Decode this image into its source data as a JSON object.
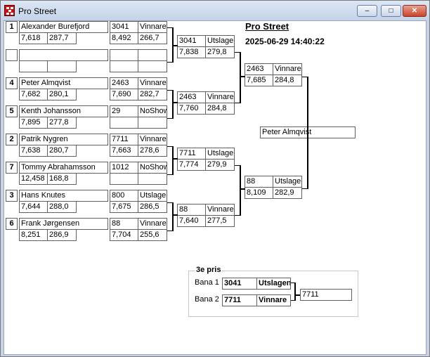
{
  "window": {
    "title": "Pro Street",
    "min": "–",
    "max": "□",
    "close": "✕"
  },
  "header": {
    "title": "Pro Street",
    "datetime": "2025-06-29 14:40:22"
  },
  "round1": [
    {
      "seed": "1",
      "name": "Alexander  Burefjord",
      "rt": "7,618",
      "mph": "287,7",
      "res_num": "3041",
      "res_label": "Vinnare",
      "res_et": "8,492",
      "res_speed": "266,7"
    },
    {
      "seed": "",
      "name": "",
      "rt": "",
      "mph": "",
      "res_num": "",
      "res_label": "",
      "res_et": "",
      "res_speed": ""
    },
    {
      "seed": "4",
      "name": "Peter Almqvist",
      "rt": "7,682",
      "mph": "280,1",
      "res_num": "2463",
      "res_label": "Vinnare",
      "res_et": "7,690",
      "res_speed": "282,7"
    },
    {
      "seed": "5",
      "name": "Kenth Johansson",
      "rt": "7,895",
      "mph": "277,8",
      "res_num": "29",
      "res_label": "NoShow",
      "res_et": "",
      "res_speed": ""
    },
    {
      "seed": "2",
      "name": "Patrik Nygren",
      "rt": "7,638",
      "mph": "280,7",
      "res_num": "7711",
      "res_label": "Vinnare",
      "res_et": "7,663",
      "res_speed": "278,6"
    },
    {
      "seed": "7",
      "name": "Tommy Abrahamsson",
      "rt": "12,458",
      "mph": "168,8",
      "res_num": "1012",
      "res_label": "NoShow",
      "res_et": "",
      "res_speed": ""
    },
    {
      "seed": "3",
      "name": "Hans Knutes",
      "rt": "7,644",
      "mph": "288,0",
      "res_num": "800",
      "res_label": "Utslagen",
      "res_et": "7,675",
      "res_speed": "286,5"
    },
    {
      "seed": "6",
      "name": "Frank  Jørgensen",
      "rt": "8,251",
      "mph": "286,9",
      "res_num": "88",
      "res_label": "Vinnare",
      "res_et": "7,704",
      "res_speed": "255,6"
    }
  ],
  "round2": [
    {
      "num": "3041",
      "label": "Utslagen",
      "et": "7,838",
      "speed": "279,8"
    },
    {
      "num": "2463",
      "label": "Vinnare",
      "et": "7,760",
      "speed": "284,8"
    },
    {
      "num": "7711",
      "label": "Utslagen",
      "et": "7,774",
      "speed": "279,9"
    },
    {
      "num": "88",
      "label": "Vinnare",
      "et": "7,640",
      "speed": "277,5"
    }
  ],
  "semis": [
    {
      "num": "2463",
      "label": "Vinnare",
      "et": "7,685",
      "speed": "284,8"
    },
    {
      "num": "88",
      "label": "Utslagen",
      "et": "8,109",
      "speed": "282,9"
    }
  ],
  "final": {
    "winner": "Peter Almqvist"
  },
  "third": {
    "legend": "3e pris",
    "lane1_label": "Bana 1",
    "lane1_num": "3041",
    "lane1_result": "Utslagen",
    "lane2_label": "Bana 2",
    "lane2_num": "7711",
    "lane2_result": "Vinnare",
    "winner": "7711"
  }
}
